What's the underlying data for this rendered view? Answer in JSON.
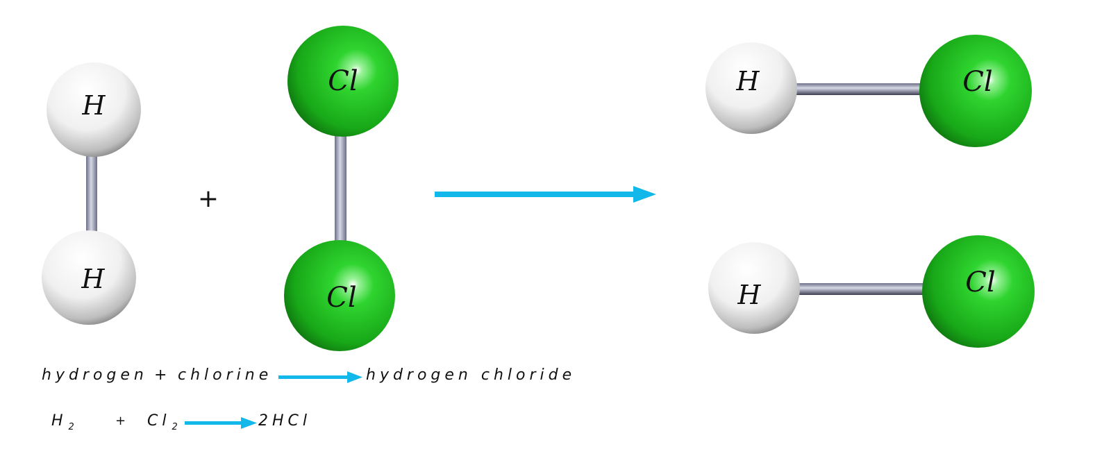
{
  "colors": {
    "chlorine": "#22c022",
    "hydrogen": "#f2f2f2",
    "bond": "#9fa3b8",
    "arrow": "#12b8ea"
  },
  "reactants": {
    "h2": {
      "atom_top": "H",
      "atom_bottom": "H"
    },
    "plus": "+",
    "cl2": {
      "atom_top": "Cl",
      "atom_bottom": "Cl"
    }
  },
  "products": [
    {
      "left": "H",
      "right": "Cl"
    },
    {
      "left": "H",
      "right": "Cl"
    }
  ],
  "word_equation": {
    "reactant_1": "hydrogen",
    "plus": "+",
    "reactant_2": "chlorine",
    "product": "hydrogen chloride"
  },
  "symbol_equation": {
    "h": "H",
    "h_sub": "2",
    "plus": "+",
    "cl": "Cl",
    "cl_sub": "2",
    "product": "2HCl"
  }
}
